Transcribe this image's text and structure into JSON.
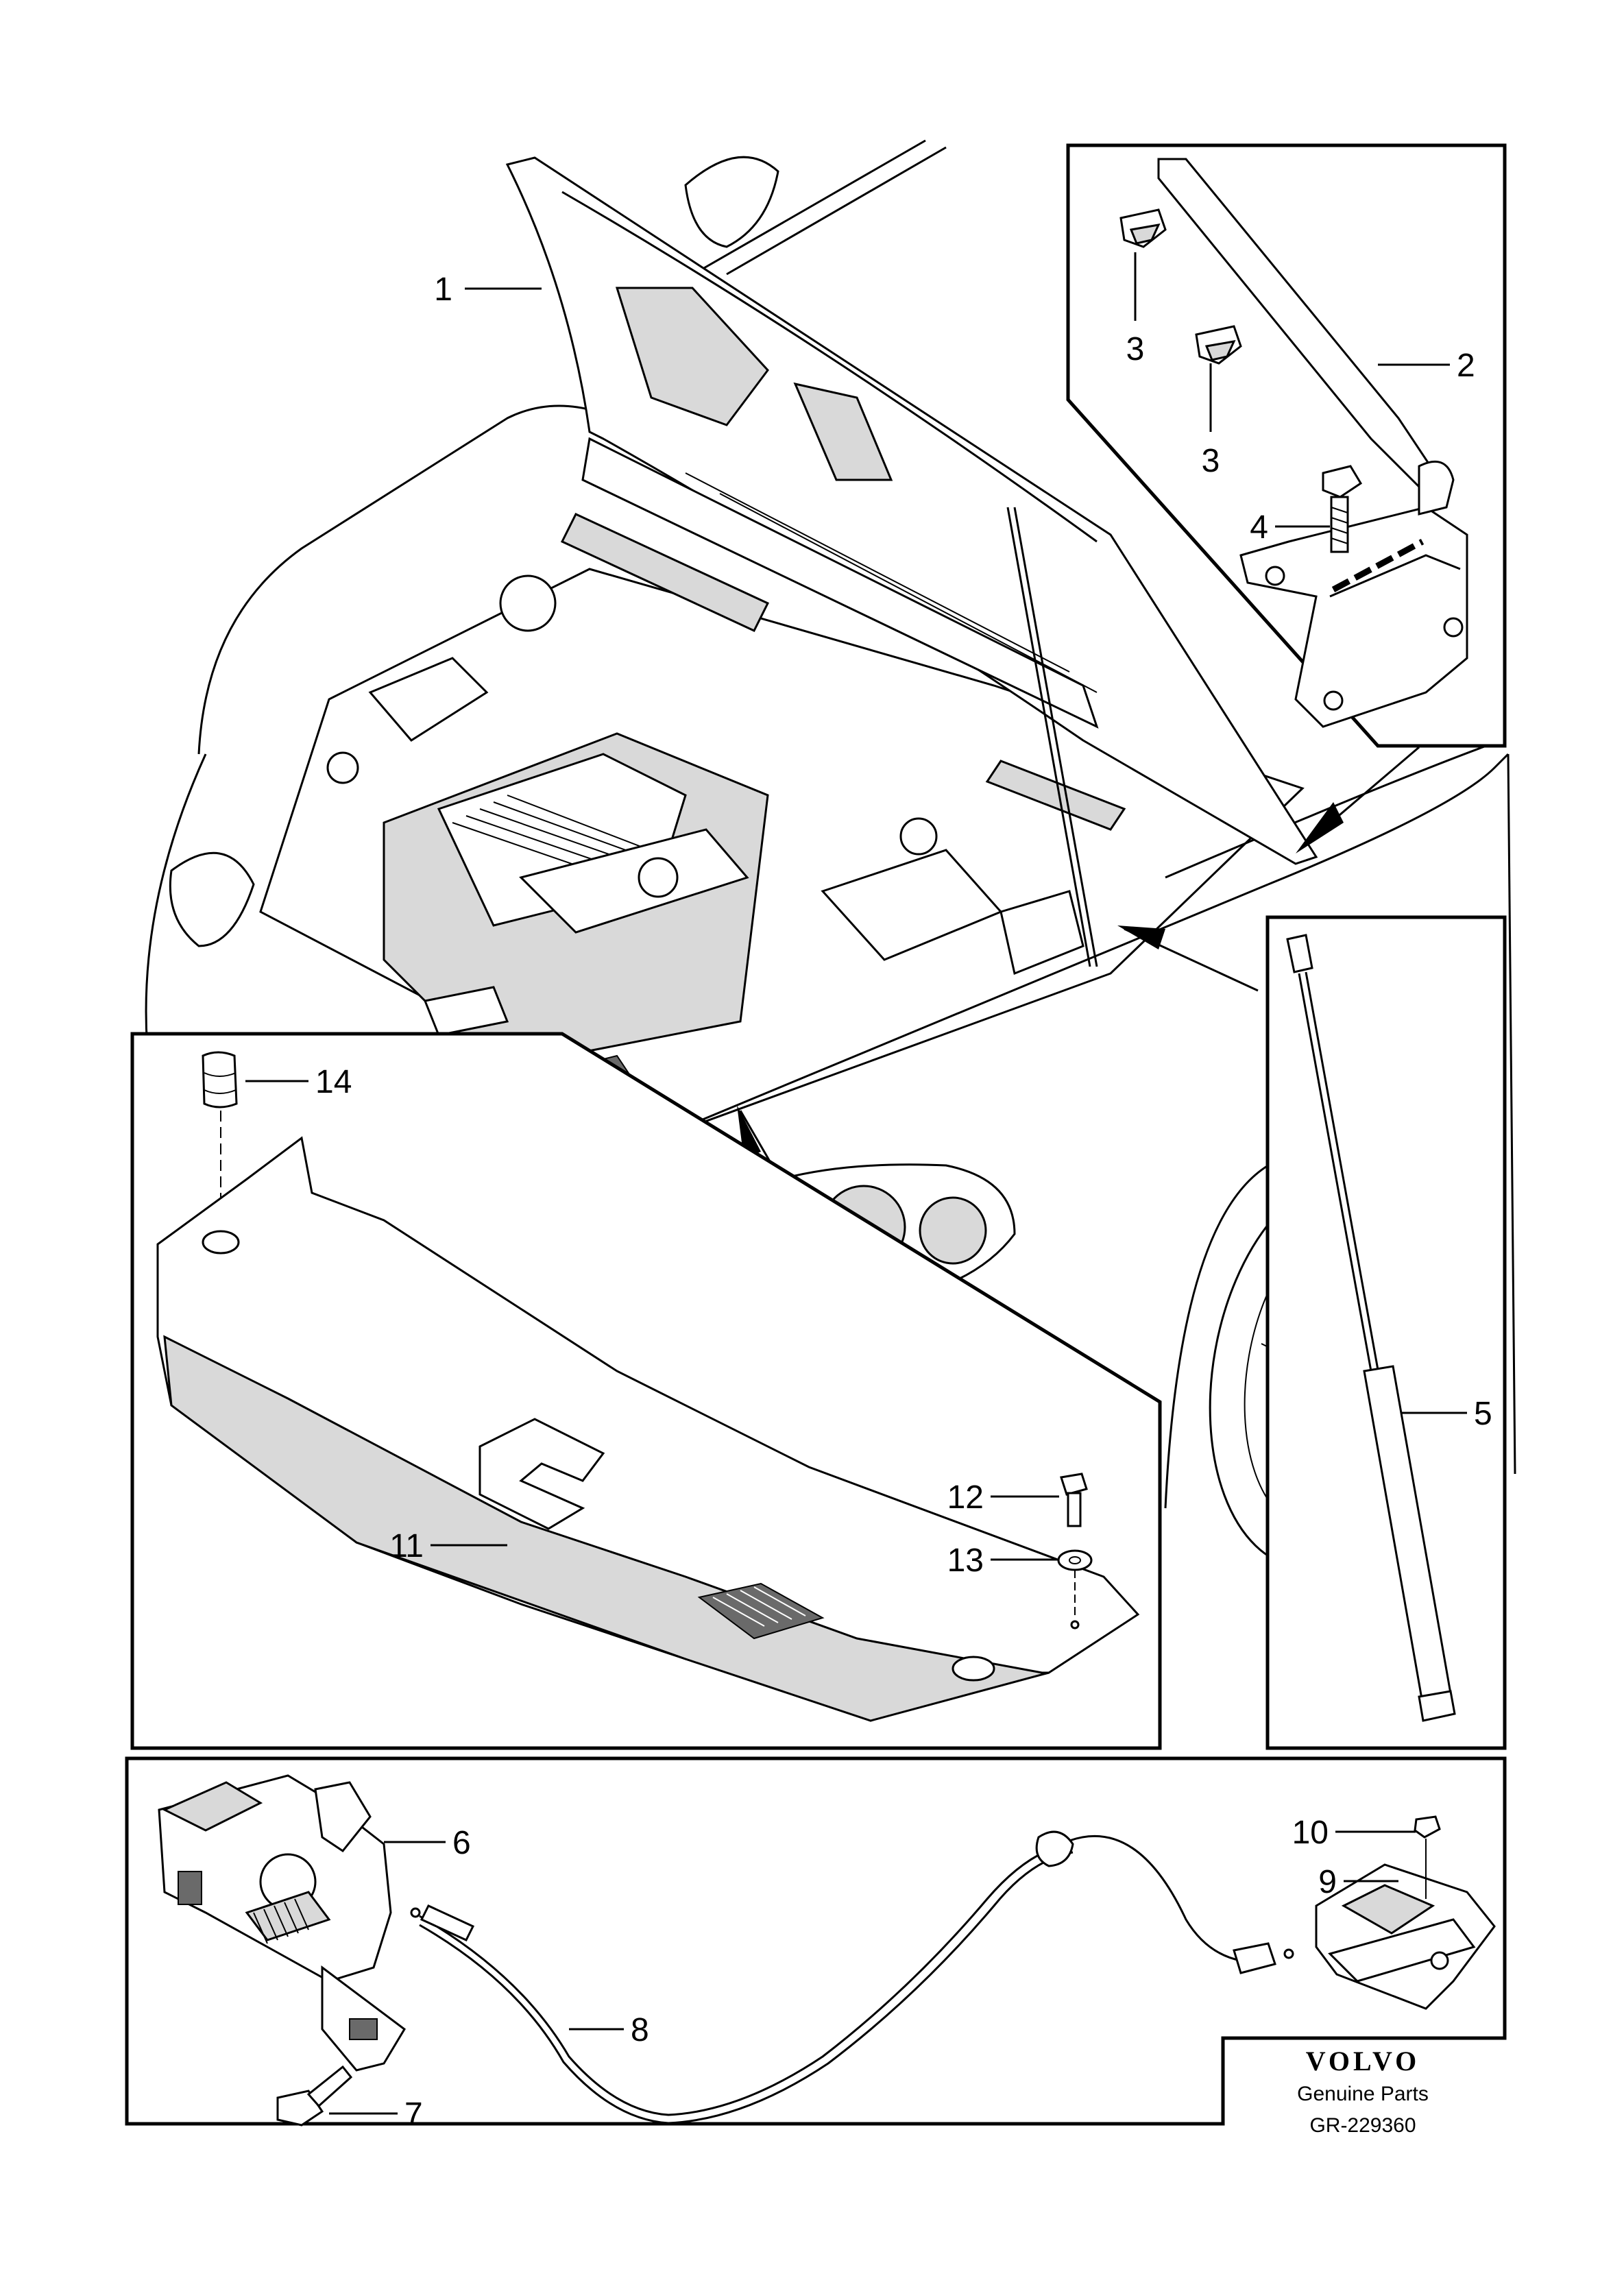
{
  "callouts": {
    "c1": "1",
    "c2": "2",
    "c3a": "3",
    "c3b": "3",
    "c4": "4",
    "c5": "5",
    "c6": "6",
    "c7": "7",
    "c8": "8",
    "c9": "9",
    "c10": "10",
    "c11": "11",
    "c12": "12",
    "c13": "13",
    "c14": "14"
  },
  "brand": {
    "logo": "VOLVO",
    "caption": "Genuine Parts",
    "drawing_number": "GR-229360"
  }
}
